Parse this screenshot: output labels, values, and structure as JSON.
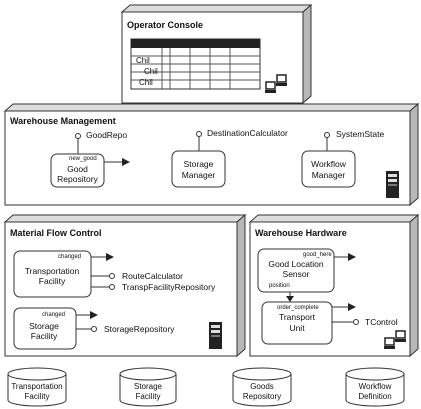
{
  "operator_console": {
    "title": "Operator Console",
    "rows": [
      "Chil",
      "Chil",
      "Chil"
    ]
  },
  "warehouse_management": {
    "title": "Warehouse Management",
    "components": [
      {
        "label_lines": [
          "Good",
          "Repository"
        ],
        "port_top": "GoodRepo",
        "event": "new_good"
      },
      {
        "label_lines": [
          "Storage",
          "Manager"
        ],
        "port_top": "DestinationCalculator"
      },
      {
        "label_lines": [
          "Workflow",
          "Manager"
        ],
        "port_top": "SystemState"
      }
    ]
  },
  "material_flow_control": {
    "title": "Material Flow Control",
    "transportation": {
      "label_lines": [
        "Transportation",
        "Facility"
      ],
      "event": "changed",
      "ports": [
        "RouteCalculator",
        "TranspFacilityRepository"
      ]
    },
    "storage": {
      "label_lines": [
        "Storage",
        "Facility"
      ],
      "event": "changed",
      "port": "StorageRepository"
    }
  },
  "warehouse_hardware": {
    "title": "Warehouse Hardware",
    "sensor": {
      "label_lines": [
        "Good Location",
        "Sensor"
      ],
      "event": "good_here",
      "sub_label": "position"
    },
    "transport_unit": {
      "label_lines": [
        "Transport",
        "Unit"
      ],
      "event": "order_complete",
      "port": "TControl"
    }
  },
  "databases": [
    {
      "label_lines": [
        "Transportation",
        "Facility"
      ]
    },
    {
      "label_lines": [
        "Storage",
        "Facility"
      ]
    },
    {
      "label_lines": [
        "Goods",
        "Repository"
      ]
    },
    {
      "label_lines": [
        "Workflow",
        "Definition"
      ]
    }
  ],
  "colors": {
    "box_face": "#ffffff",
    "box_side": "#b8b8b8",
    "box_top": "#dcdcdc",
    "table_header": "#222222"
  }
}
